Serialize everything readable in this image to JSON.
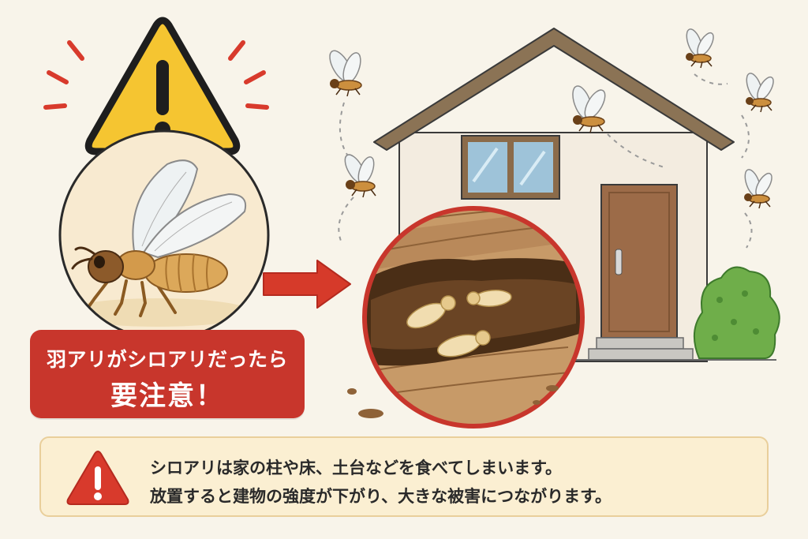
{
  "alert": {
    "line1": "羽アリがシロアリだったら",
    "line2": "要注意！"
  },
  "info": {
    "line1": "シロアリは家の柱や床、土台などを食べてしまいます。",
    "line2": "放置すると建物の強度が下がり、大きな被害につながります。"
  },
  "colors": {
    "background": "#f8f4ea",
    "alert_red": "#c8362c",
    "warning_yellow": "#f5c531",
    "info_bg": "#fbefd2",
    "house_wall": "#f3ece0",
    "roof": "#8b7355",
    "door": "#9c6b48"
  },
  "icons": [
    "warning-triangle-icon",
    "warning-rays-icon",
    "red-arrow-icon",
    "info-warning-icon"
  ]
}
